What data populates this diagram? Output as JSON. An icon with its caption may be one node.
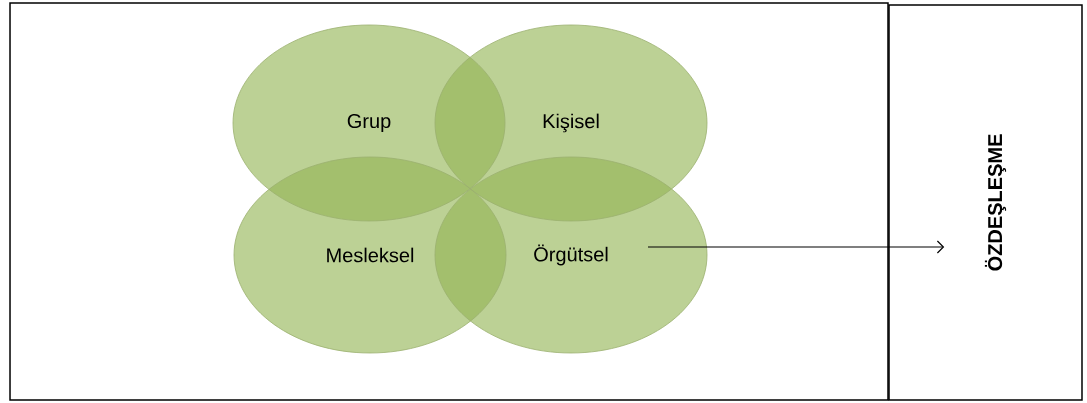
{
  "diagram": {
    "nodes": [
      {
        "text": [],
        "shape": "box"
      },
      {
        "text": [
          "Grup"
        ],
        "in": 0
      },
      {
        "text": [
          "Kişisel"
        ],
        "in": 0
      },
      {
        "text": [
          "Mesleksel"
        ],
        "in": 0
      },
      {
        "text": [
          "Örgütsel"
        ],
        "in": 0
      },
      {
        "text": [
          "ÖZDEŞLEŞME"
        ]
      }
    ],
    "edges": [
      {
        "from": 4,
        "to": 5,
        "arrow": "to"
      }
    ]
  }
}
